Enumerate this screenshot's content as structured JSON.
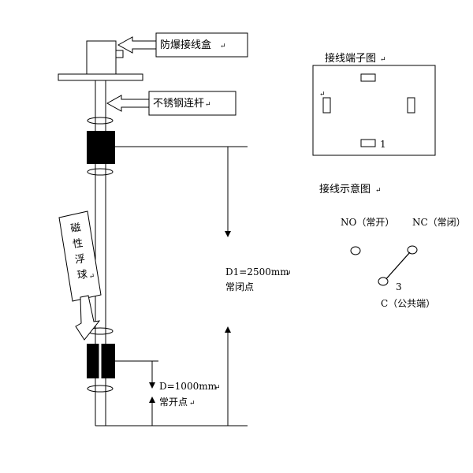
{
  "callouts": {
    "junction_box": "防爆接线盒",
    "connecting_rod": "不锈钢连杆",
    "float": [
      "磁",
      "性",
      "浮",
      "球"
    ]
  },
  "dimensions": {
    "d1_value": "D1=2500mm",
    "d1_point": "常闭点",
    "d_value": "D=1000mm",
    "d_point": "常开点"
  },
  "terminal_diagram": {
    "title": "接线端子图",
    "pin_label": "1"
  },
  "wiring_diagram": {
    "title": "接线示意图",
    "no_label": "NO（常开）",
    "nc_label": "NC（常闭）",
    "c_number": "3",
    "c_label": "C（公共端）"
  },
  "return_mark": "↵"
}
